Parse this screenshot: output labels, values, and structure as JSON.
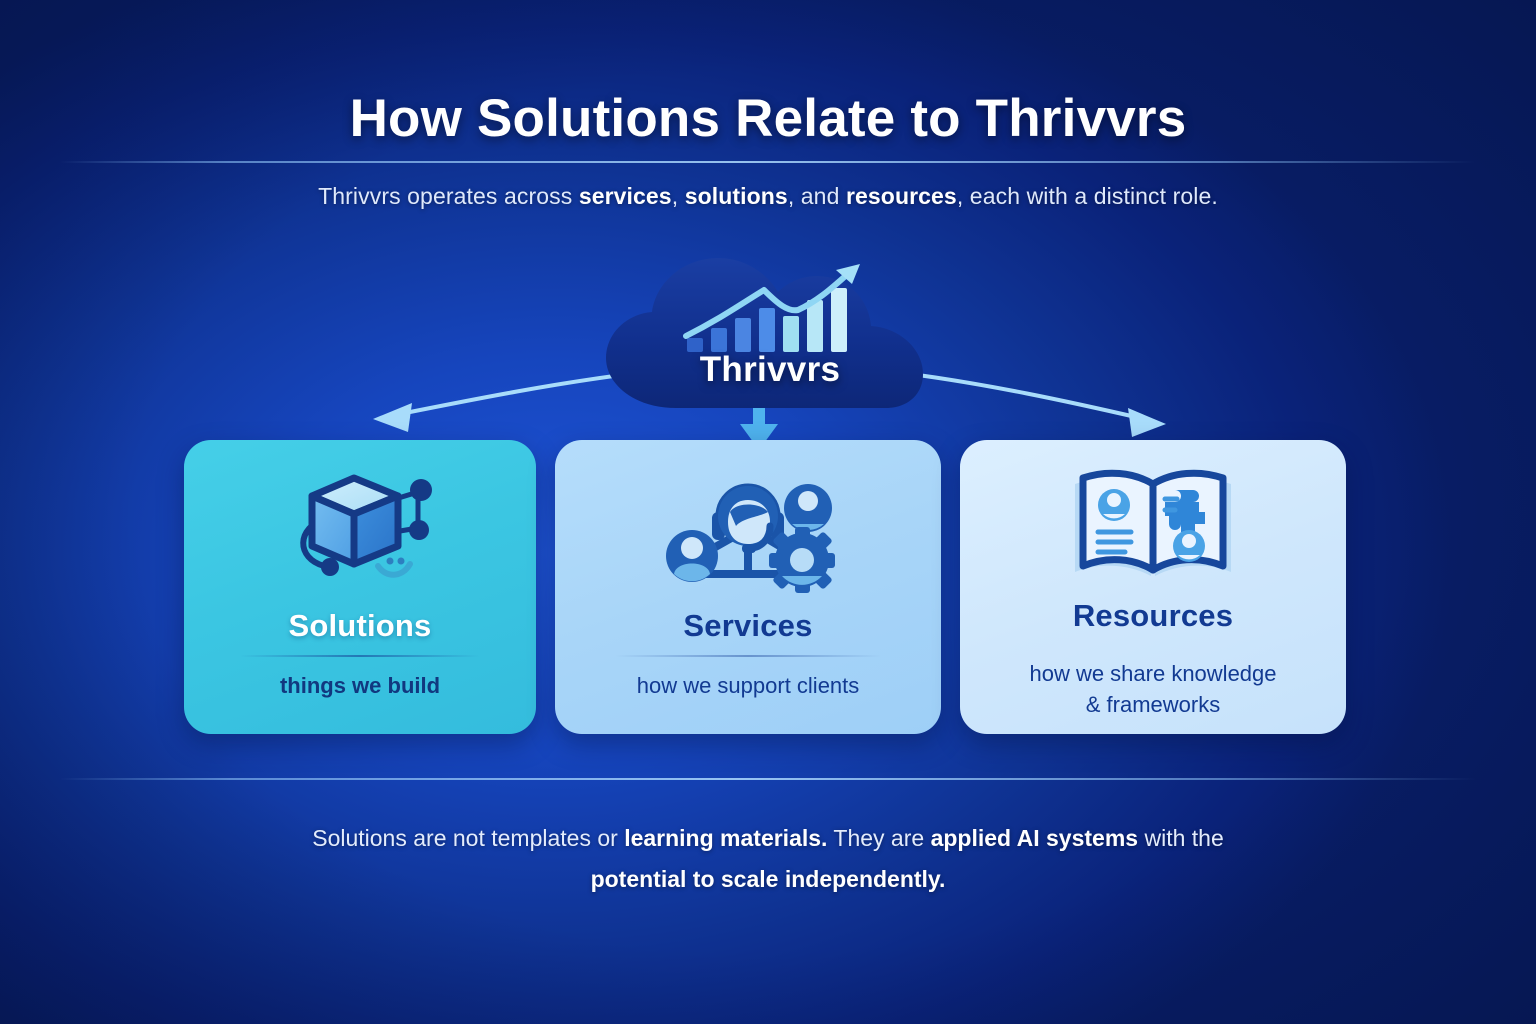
{
  "header": {
    "title": "How Solutions Relate to Thrivvrs",
    "subtitle_parts": [
      {
        "text": "Thrivvrs operates across ",
        "bold": false
      },
      {
        "text": "services",
        "bold": true
      },
      {
        "text": ", ",
        "bold": false
      },
      {
        "text": "solutions",
        "bold": true
      },
      {
        "text": ", and ",
        "bold": false
      },
      {
        "text": "resources",
        "bold": true
      },
      {
        "text": ", each with a distinct role.",
        "bold": false
      }
    ]
  },
  "hub": {
    "label": "Thrivvrs",
    "icon": "cloud-growth-chart-icon",
    "cloud_color": "#102a86",
    "bars": [
      18,
      34,
      48,
      62,
      50,
      74,
      88
    ],
    "trend": "upward-arrow"
  },
  "connectors": [
    {
      "name": "arrow-to-solutions",
      "direction": "down-left",
      "color": "#a8dcfb"
    },
    {
      "name": "arrow-to-services",
      "direction": "down",
      "color": "#55b8f0"
    },
    {
      "name": "arrow-to-resources",
      "direction": "down-right",
      "color": "#a8dcfb"
    }
  ],
  "cards": [
    {
      "id": "solutions",
      "title": "Solutions",
      "description": "things we build",
      "icon": "cube-nodes-icon",
      "bg_color": "#3bc6e2",
      "title_color": "#ffffff",
      "text_color": "#11387f"
    },
    {
      "id": "services",
      "title": "Services",
      "description": "how we support clients",
      "icon": "headset-support-network-icon",
      "bg_color": "#a8d5f8",
      "title_color": "#123a92",
      "text_color": "#123a92"
    },
    {
      "id": "resources",
      "title": "Resources",
      "description": "how we share knowledge & frameworks",
      "description_line1": "how we share knowledge",
      "description_line2": "& frameworks",
      "icon": "open-book-knowledge-icon",
      "bg_color": "#cfe7fc",
      "title_color": "#123a92",
      "text_color": "#123a92"
    }
  ],
  "footer": {
    "parts": [
      {
        "text": "Solutions are not templates or ",
        "bold": false
      },
      {
        "text": "learning materials.",
        "bold": true
      },
      {
        "text": " They are ",
        "bold": false
      },
      {
        "text": "applied AI systems",
        "bold": true
      },
      {
        "text": " with the ",
        "bold": false
      },
      {
        "text": "potential to scale independently.",
        "bold": true
      }
    ]
  },
  "theme": {
    "background_dark": "#0a2279",
    "background_mid": "#1645bd",
    "accent_cyan": "#3bc6e2",
    "accent_light_blue": "#a8dcfb",
    "navy_text": "#123a92"
  }
}
